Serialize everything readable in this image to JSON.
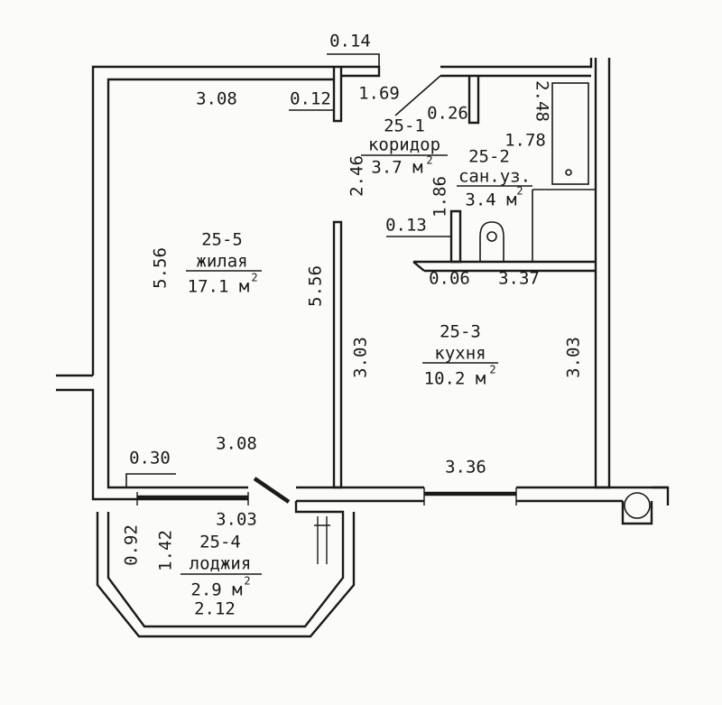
{
  "dimensions": {
    "d_0_14": "0.14",
    "d_3_08_top": "3.08",
    "d_0_12": "0.12",
    "d_1_69": "1.69",
    "d_2_48": "2.48",
    "d_0_26": "0.26",
    "d_1_78": "1.78",
    "d_2_46": "2.46",
    "d_1_86": "1.86",
    "d_0_13": "0.13",
    "d_5_56_left": "5.56",
    "d_5_56_right": "5.56",
    "d_0_06": "0.06",
    "d_3_37": "3.37",
    "d_3_03_left": "3.03",
    "d_3_03_right": "3.03",
    "d_3_08_bottom": "3.08",
    "d_3_36": "3.36",
    "d_0_30": "0.30",
    "d_3_03_loggia": "3.03",
    "d_0_92": "0.92",
    "d_1_42": "1.42",
    "d_2_12": "2.12"
  },
  "rooms": {
    "corridor": {
      "number": "25-1",
      "name": "коридор",
      "area": "3.7 м",
      "unit_sup": "2"
    },
    "bathroom": {
      "number": "25-2",
      "name": "сан.уз.",
      "area": "3.4 м",
      "unit_sup": "2"
    },
    "kitchen": {
      "number": "25-3",
      "name": "кухня",
      "area": "10.2 м",
      "unit_sup": "2"
    },
    "loggia": {
      "number": "25-4",
      "name": "лоджия",
      "area": "2.9 м",
      "unit_sup": "2"
    },
    "living": {
      "number": "25-5",
      "name": "жилая",
      "area": "17.1 м",
      "unit_sup": "2"
    }
  }
}
